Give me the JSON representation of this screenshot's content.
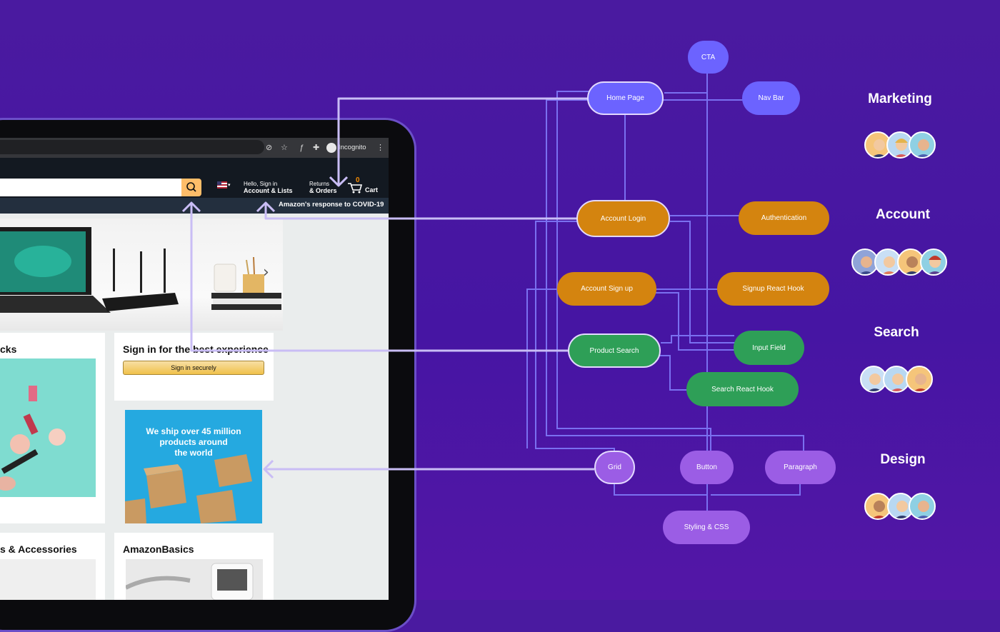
{
  "browser": {
    "incognito_label": "Incognito"
  },
  "amazon": {
    "nav": {
      "hello_line": "Hello, Sign in",
      "account_line": "Account & Lists",
      "returns_line": "Returns",
      "orders_line": "& Orders",
      "cart_count": "0",
      "cart_label": "Cart"
    },
    "subnav": {
      "covid_link": "Amazon's response to COVID-19"
    },
    "cards": {
      "cosmetics_title_fragment": "cks",
      "signin_title": "Sign in for the best experience",
      "signin_button": "Sign in securely",
      "ship_line1": "We ship over 45 million",
      "ship_line2": "products around",
      "ship_line3": "the world",
      "accessories_title_fragment": "s & Accessories",
      "basics_title": "AmazonBasics"
    }
  },
  "diagram": {
    "nodes": {
      "cta": "CTA",
      "home_page": "Home Page",
      "nav_bar": "Nav Bar",
      "account_login": "Account Login",
      "authentication": "Authentication",
      "account_signup": "Account Sign up",
      "signup_hook": "Signup React Hook",
      "product_search": "Product Search",
      "input_field": "Input Field",
      "search_hook": "Search React Hook",
      "grid": "Grid",
      "button": "Button",
      "paragraph": "Paragraph",
      "styling": "Styling & CSS"
    },
    "colors": {
      "blue": "#6c63ff",
      "orange": "#d4840f",
      "green": "#2e9f57",
      "purple": "#9b5de5",
      "connector": "#7a70f0",
      "arrow": "#c9bdf5"
    }
  },
  "teams": {
    "marketing": {
      "label": "Marketing",
      "avatars": [
        "person-1",
        "person-2",
        "person-3"
      ]
    },
    "account": {
      "label": "Account",
      "avatars": [
        "person-4",
        "person-5",
        "person-6",
        "person-7"
      ]
    },
    "search": {
      "label": "Search",
      "avatars": [
        "person-8",
        "person-9",
        "person-10"
      ]
    },
    "design": {
      "label": "Design",
      "avatars": [
        "person-11",
        "person-12",
        "person-13"
      ]
    }
  }
}
